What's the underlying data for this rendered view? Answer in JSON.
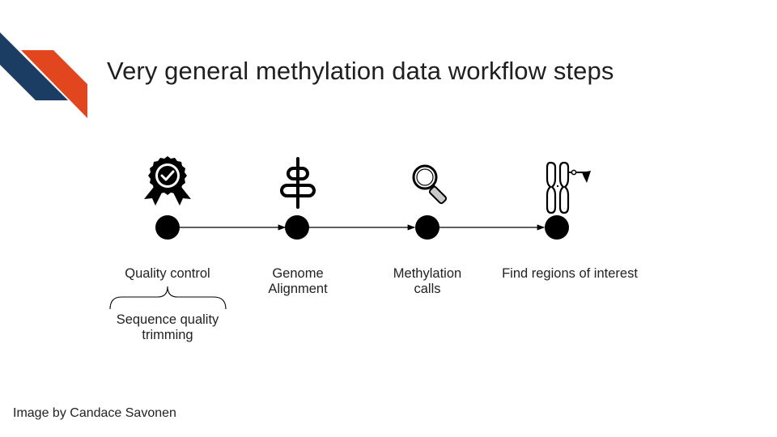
{
  "title": "Very general methylation data workflow steps",
  "steps": [
    {
      "icon": "award-ribbon-icon",
      "label_lines": [
        "Quality control"
      ]
    },
    {
      "icon": "genome-alignment-icon",
      "label_lines": [
        "Genome",
        "Alignment"
      ]
    },
    {
      "icon": "magnifying-glass-icon",
      "label_lines": [
        "Methylation",
        "calls"
      ]
    },
    {
      "icon": "chromosome-pointer-icon",
      "label_lines": [
        "Find regions of interest"
      ]
    }
  ],
  "substep": {
    "lines": [
      "Sequence quality",
      "trimming"
    ]
  },
  "credit": "Image by Candace Savonen",
  "colors": {
    "logo_dark": "#1b3d63",
    "logo_orange": "#e2461e",
    "node": "#000000",
    "text": "#222222"
  }
}
